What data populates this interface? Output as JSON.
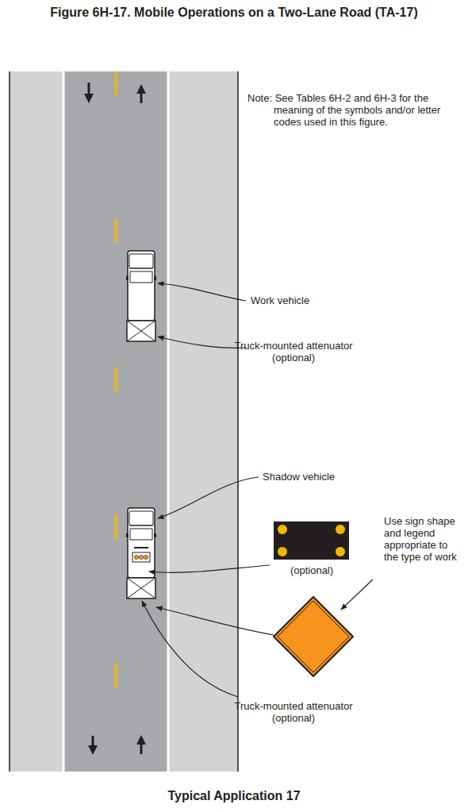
{
  "diagram": {
    "title": "Figure 6H-17. Mobile Operations on a Two-Lane Road (TA-17)",
    "caption": "Typical Application 17",
    "labels": [
      "Note: See Tables 6H-2 and 6H-3 for the meaning of the symbols and/or letter codes used in this figure.",
      "Work vehicle",
      "Truck-mounted attenuator (optional)",
      "Shadow vehicle",
      "Use sign shape and legend appropriate to the type of work",
      "(optional)",
      "Truck-mounted attenuator (optional)"
    ]
  }
}
